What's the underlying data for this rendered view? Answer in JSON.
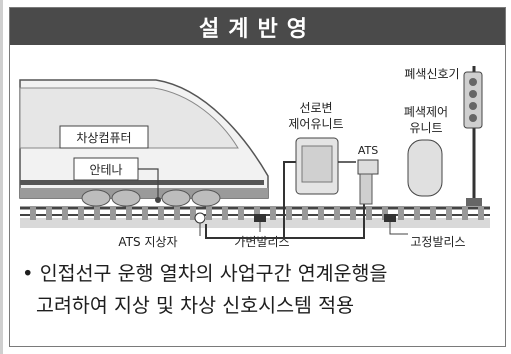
{
  "title": "설계반영",
  "diagram": {
    "labels": {
      "onboard_computer": "차상컴퓨터",
      "antenna": "안테나",
      "ats_ground": "ATS 지상자",
      "variable_balise": "가변발리스",
      "fixed_balise": "고정발리스",
      "route_control_unit_line1": "선로변",
      "route_control_unit_line2": "제어유니트",
      "ats_label": "ATS",
      "blocking_control_unit_line1": "폐색제어",
      "blocking_control_unit_line2": "유니트",
      "blocking_signal": "폐색신호기"
    }
  },
  "caption": {
    "bullet": "•",
    "line1": "인접선구 운행 열차의 사업구간 연계운행을",
    "line2": "고려하여 지상 및 차상 신호시스템 적용"
  }
}
